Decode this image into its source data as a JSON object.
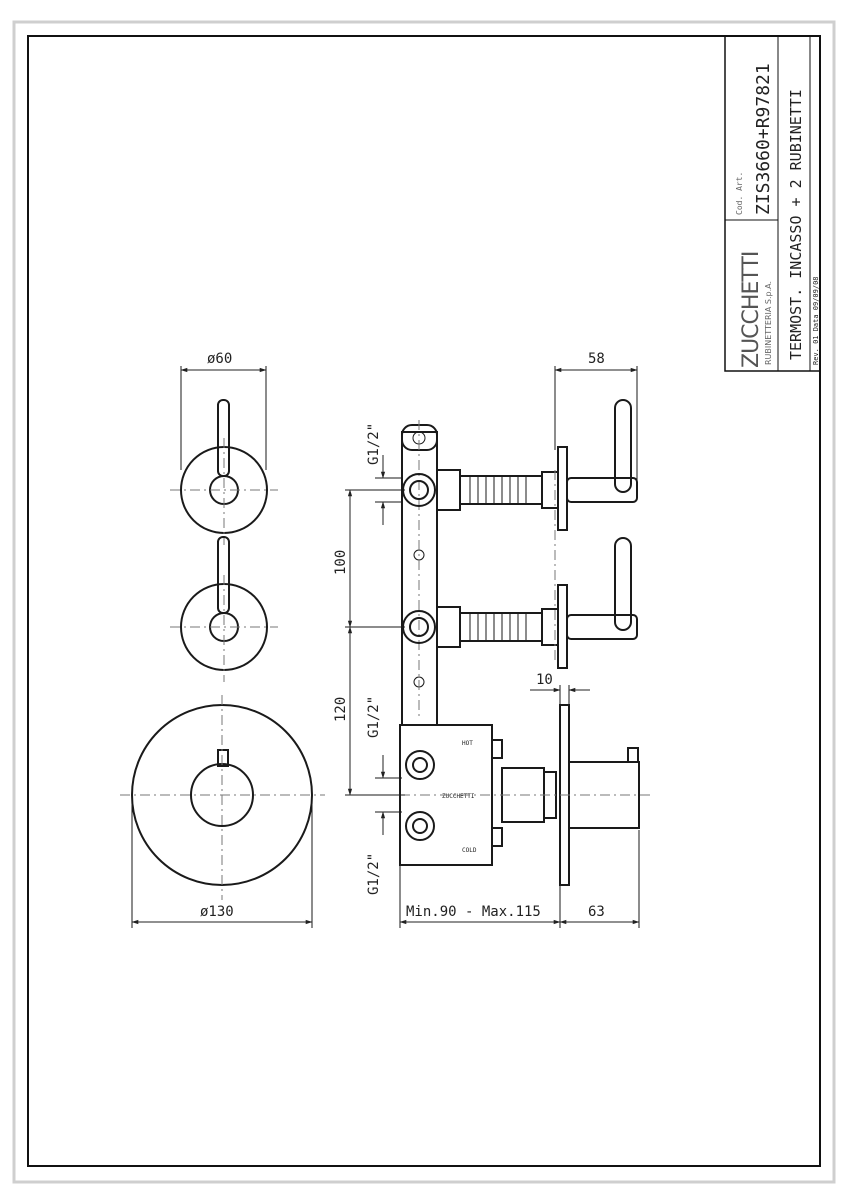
{
  "title_block": {
    "brand": "ZUCCHETTI",
    "subtitle": "RUBINETTERIA S.p.A.",
    "code_label": "Cod. Art.",
    "code": "ZIS3660+R97821",
    "description": "TERMOST. INCASSO + 2 RUBINETTI",
    "revision_line": "Rev. 01 Data 09/09/08"
  },
  "dimensions": {
    "dia_60": "ø60",
    "dia_130": "ø130",
    "depth_58": "58",
    "pitch_100": "100",
    "pitch_120": "120",
    "thread_top": "G1/2\"",
    "thread_mid": "G1/2\"",
    "thread_bottom": "G1/2\"",
    "plate_10": "10",
    "install_range": "Min.90 - Max.115",
    "depth_63": "63"
  },
  "body_labels": {
    "hot": "HOT",
    "brand_small": "ZUCCHETTI",
    "cold": "COLD"
  }
}
